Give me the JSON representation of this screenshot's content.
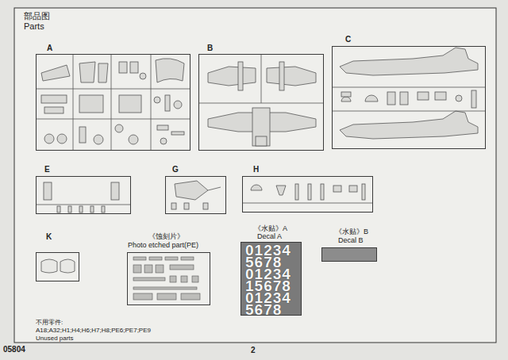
{
  "diagram": {
    "title": "部品图",
    "nodes": [
      {
        "text": [
          "A"
        ]
      },
      {
        "text": [
          "B"
        ]
      },
      {
        "text": [
          "C"
        ]
      },
      {
        "text": [
          "E"
        ]
      },
      {
        "text": [
          "G"
        ]
      },
      {
        "text": [
          "H"
        ]
      },
      {
        "text": [
          "K"
        ]
      },
      {
        "text": [
          "《蚀刻片》",
          "Photo etched part(PE)"
        ]
      },
      {
        "text": [
          "《水贴》A",
          "Decal A",
          "01234",
          "5678",
          "01234",
          "15678",
          "01234",
          "5678"
        ]
      },
      {
        "text": [
          "《水贴》B",
          "Decal B"
        ]
      }
    ],
    "labels": [
      "Parts",
      "不用零件:",
      "A18;A32;H1;H4;H6;H7;H8;PE6;PE7;PE9",
      "Unused parts",
      "05804",
      "2"
    ]
  }
}
